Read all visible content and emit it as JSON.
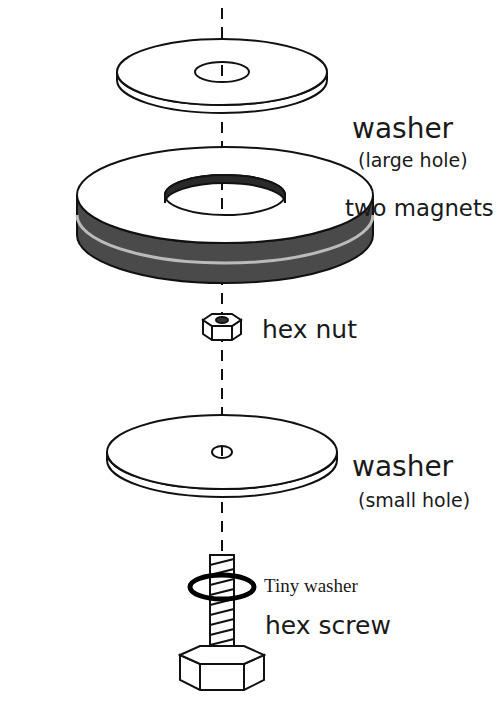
{
  "diagram": {
    "labels": [
      "washer",
      "(large hole)",
      "two magnets",
      "hex nut",
      "washer",
      "(small hole)",
      "Tiny washer",
      "hex screw"
    ]
  }
}
